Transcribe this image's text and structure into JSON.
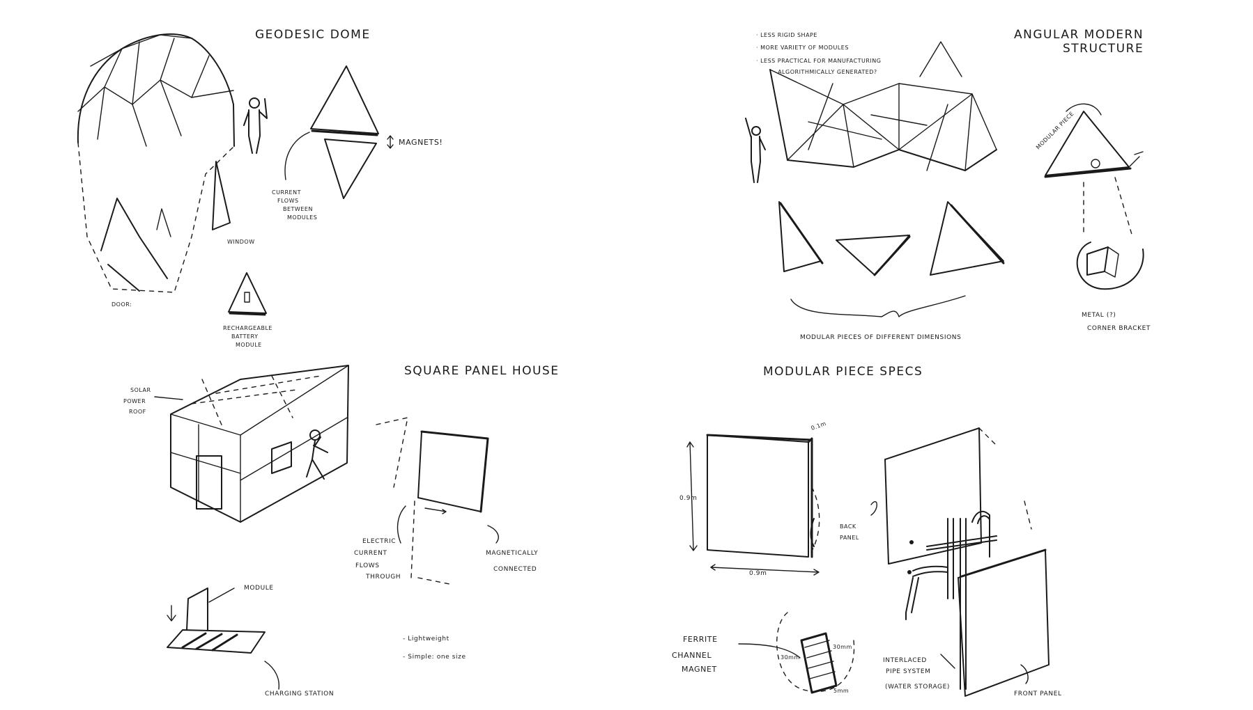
{
  "sections": {
    "geodesic": {
      "title": "GEODESIC DOME",
      "magnets": "MAGNETS!",
      "current_1": "CURRENT",
      "current_2": "FLOWS",
      "current_3": "BETWEEN",
      "current_4": "MODULES",
      "window": "WINDOW",
      "door": "DOOR:",
      "battery_1": "RECHARGEABLE",
      "battery_2": "BATTERY",
      "battery_3": "MODULE"
    },
    "angular": {
      "title_1": "ANGULAR MODERN",
      "title_2": "STRUCTURE",
      "note_1": "· LESS RIGID SHAPE",
      "note_2": "· MORE VARIETY OF MODULES",
      "note_3": "· LESS PRACTICAL FOR MANUFACTURING",
      "note_4": "· ALGORITHMICALLY GENERATED?",
      "modular_piece": "MODULAR PIECE",
      "pieces_caption": "MODULAR PIECES OF DIFFERENT DIMENSIONS",
      "bracket_1": "METAL (?)",
      "bracket_2": "CORNER BRACKET"
    },
    "square": {
      "title": "SQUARE PANEL HOUSE",
      "solar_1": "SOLAR",
      "solar_2": "POWER",
      "solar_3": "ROOF",
      "electric_1": "ELECTRIC",
      "electric_2": "CURRENT",
      "electric_3": "FLOWS",
      "electric_4": "THROUGH",
      "magnet_1": "MAGNETICALLY",
      "magnet_2": "CONNECTED",
      "module": "MODULE",
      "charging": "CHARGING STATION",
      "bullet_1": "- Lightweight",
      "bullet_2": "- Simple: one size"
    },
    "specs": {
      "title": "MODULAR PIECE SPECS",
      "dim_h": "0.9m",
      "dim_w": "0.9m",
      "depth": "0.1m",
      "back_1": "BACK",
      "back_2": "PANEL",
      "ferrite_1": "FERRITE",
      "ferrite_2": "CHANNEL",
      "ferrite_3": "MAGNET",
      "mag_a": "30mm",
      "mag_b": "30mm",
      "mag_c": "5mm",
      "pipe_1": "INTERLACED",
      "pipe_2": "PIPE SYSTEM",
      "pipe_3": "(WATER STORAGE)",
      "front": "FRONT PANEL"
    }
  }
}
